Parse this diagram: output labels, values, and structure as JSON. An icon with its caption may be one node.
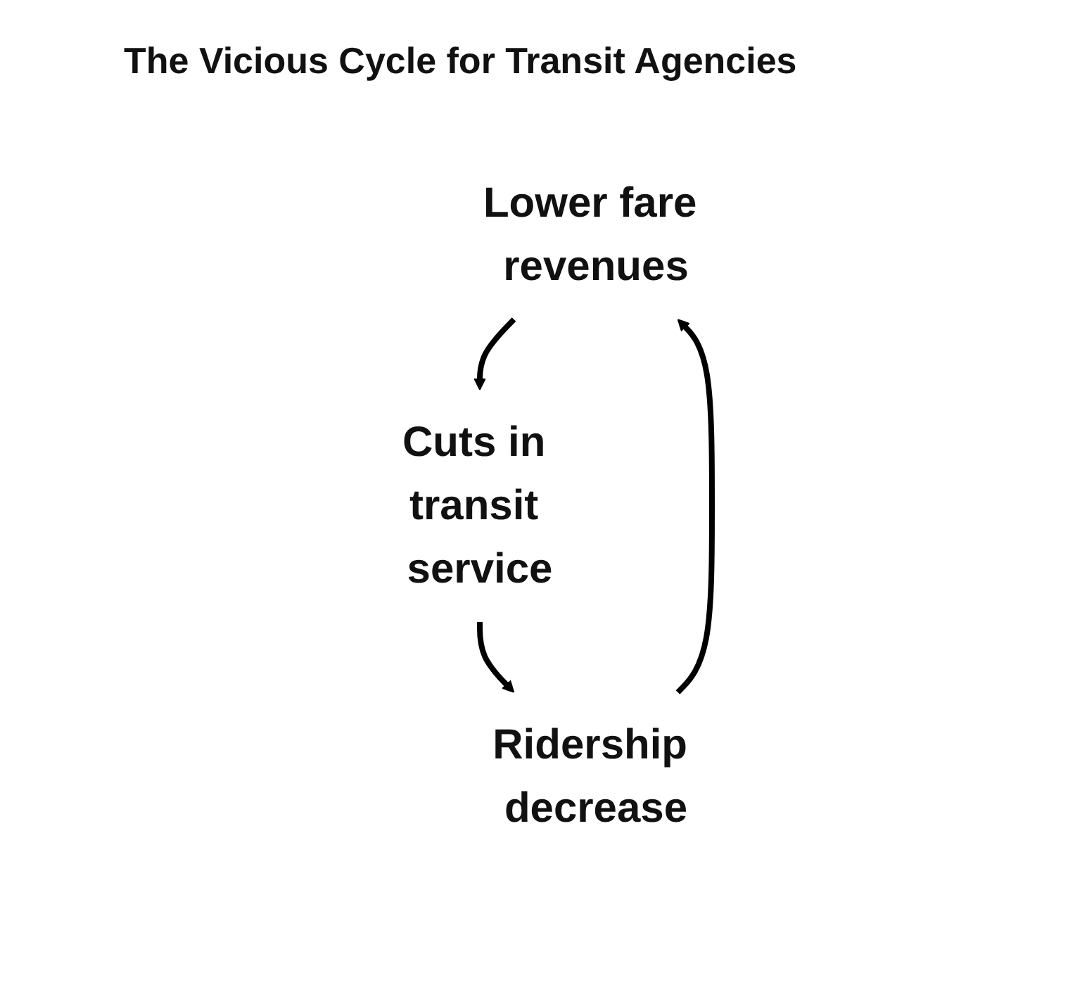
{
  "diagram": {
    "title": "The Vicious Cycle for Transit Agencies",
    "nodes": [
      {
        "text": [
          "Lower fare revenues"
        ]
      },
      {
        "text": [
          "Cuts in transit service"
        ]
      },
      {
        "text": [
          "Ridership decrease"
        ]
      }
    ],
    "edges": [
      {
        "from": 0,
        "to": 1,
        "arrow": "to"
      },
      {
        "from": 1,
        "to": 2,
        "arrow": "to"
      },
      {
        "from": 2,
        "to": 0,
        "arrow": "to"
      }
    ]
  }
}
